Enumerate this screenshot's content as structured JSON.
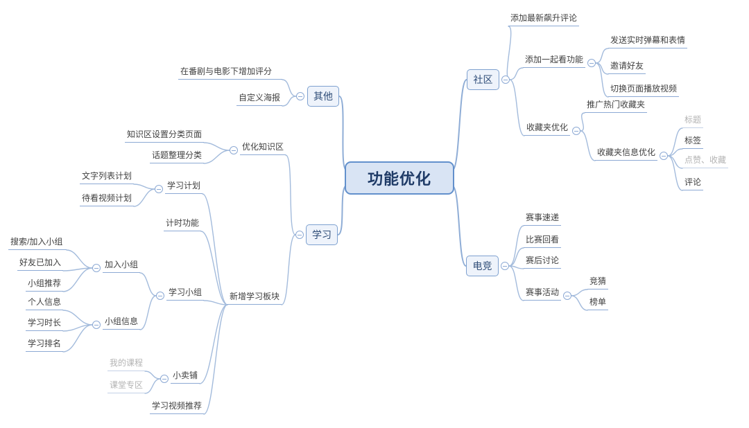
{
  "colors": {
    "accent_border": "#6290cc",
    "central_fill": "#d9e4f4",
    "connector_line": "#a3bbdc",
    "text_dark": "#404040",
    "text_gray": "#b3b3b3"
  },
  "icons": {
    "collapse": "minus-circle"
  },
  "mindmap": {
    "root": "功能优化",
    "other": {
      "label": "其他",
      "rating": "在番剧与电影下增加评分",
      "poster": "自定义海报"
    },
    "community": {
      "label": "社区",
      "trending": "添加最新飙升评论",
      "watch_together": {
        "label": "添加一起看功能",
        "danmaku": "发送实时弹幕和表情",
        "invite": "邀请好友",
        "switch_play": "切换页面播放视频"
      },
      "favorites": {
        "label": "收藏夹优化",
        "promote": "推广热门收藏夹",
        "info": {
          "label": "收藏夹信息优化",
          "title": "标题",
          "tags": "标签",
          "likes": "点赞、收藏",
          "comments": "评论"
        }
      }
    },
    "study": {
      "label": "学习",
      "knowledge": {
        "label": "优化知识区",
        "category_page": "知识区设置分类页面",
        "topic_sort": "话题整理分类"
      },
      "new_module": {
        "label": "新增学习板块",
        "plan": {
          "label": "学习计划",
          "text_list": "文字列表计划",
          "watch_list": "待看视频计划"
        },
        "timer": "计时功能",
        "group": {
          "label": "学习小组",
          "join": {
            "label": "加入小组",
            "search": "搜索/加入小组",
            "friends": "好友已加入",
            "recommend": "小组推荐"
          },
          "info": {
            "label": "小组信息",
            "personal": "个人信息",
            "duration": "学习时长",
            "ranking": "学习排名"
          }
        },
        "shop": {
          "label": "小卖铺",
          "my_courses": "我的课程",
          "classroom": "课堂专区"
        },
        "video_recommend": "学习视频推荐"
      }
    },
    "esports": {
      "label": "电竞",
      "express": "赛事速递",
      "replay": "比赛回看",
      "discussion": "赛后讨论",
      "activity": {
        "label": "赛事活动",
        "betting": "竞猜",
        "ranking": "榜单"
      }
    }
  }
}
